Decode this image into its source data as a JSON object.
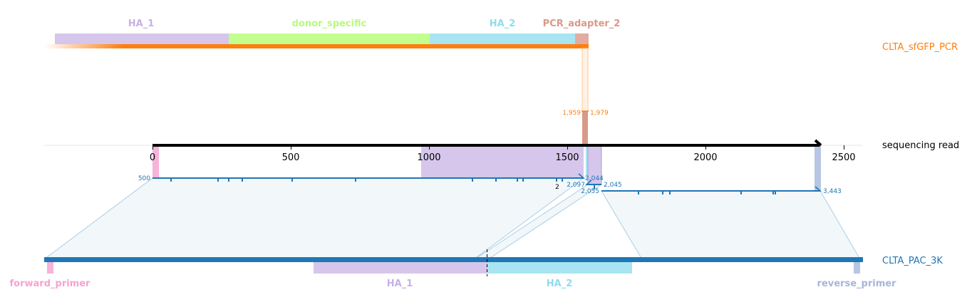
{
  "colors": {
    "ha1": "#c9b3e5",
    "ha1_text": "#c8b0e4",
    "donor": "#c2ff8e",
    "donor_text": "#b7fb7e",
    "ha2": "#a8e4f1",
    "ha2_text": "#8fdcec",
    "pcr_adapter": "#e2ada0",
    "pcr_text": "#d9998a",
    "forward_primer": "#f7b3da",
    "forward_primer_text": "#f5a3d1",
    "reverse_primer": "#b7c6e2",
    "reverse_primer_text": "#a7b5d8",
    "orange": "#ff7f0e",
    "blue": "#1f77b4",
    "black": "#000000"
  },
  "top_features": {
    "ha1": "HA_1",
    "donor_specific": "donor_specific",
    "ha2": "HA_2",
    "pcr_adapter_2": "PCR_adapter_2"
  },
  "references": {
    "top": "CLTA_sfGFP_PCR",
    "middle": "sequencing read",
    "bottom": "CLTA_PAC_3K"
  },
  "bottom_features": {
    "forward_primer": "forward_primer",
    "ha1": "HA_1",
    "ha2": "HA_2",
    "reverse_primer": "reverse_primer"
  },
  "read_axis": {
    "ticks": [
      "0",
      "500",
      "1000",
      "1500",
      "2000",
      "2500"
    ]
  },
  "annotations": {
    "orange_left": "1,959",
    "orange_right": "1,979",
    "read_start": "500",
    "seg1_end": "2,044",
    "seg2_start": "2,097",
    "seg2_end": "2,045",
    "seg3_start": "2,055",
    "seg3_end": "3,443",
    "indel_count": "2"
  }
}
